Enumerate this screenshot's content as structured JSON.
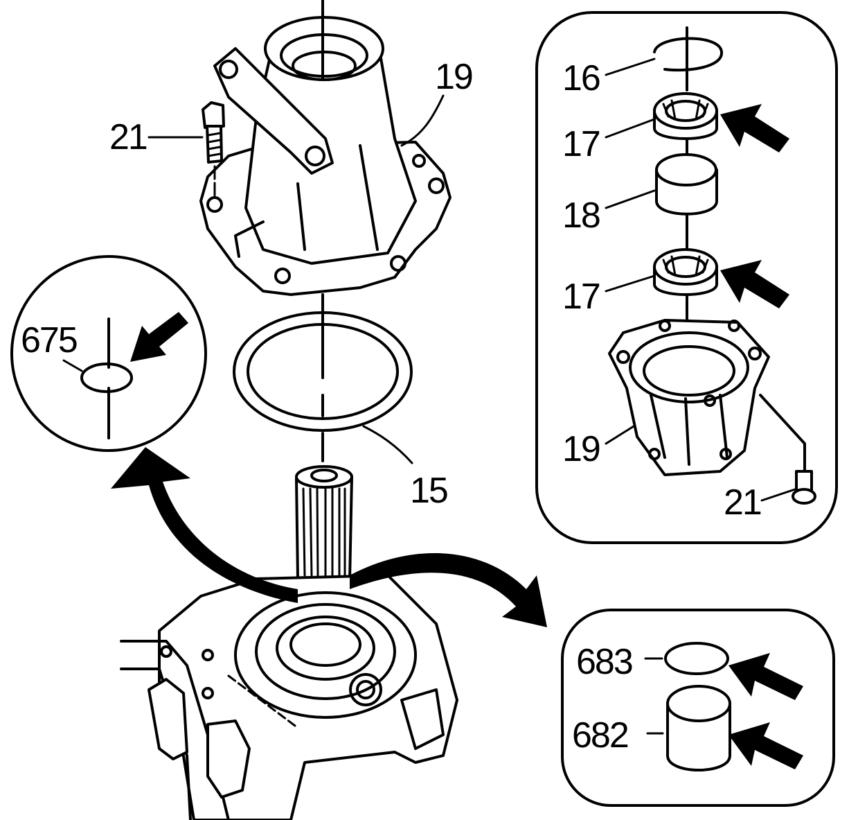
{
  "callouts": {
    "c19_top": "19",
    "c21_left": "21",
    "c15": "15",
    "c675": "675",
    "c16": "16",
    "c17_upper": "17",
    "c18": "18",
    "c17_lower": "17",
    "c19_inset": "19",
    "c21_inset": "21",
    "c683": "683",
    "c682": "682"
  },
  "colors": {
    "ink": "#000000",
    "paper": "#ffffff"
  }
}
